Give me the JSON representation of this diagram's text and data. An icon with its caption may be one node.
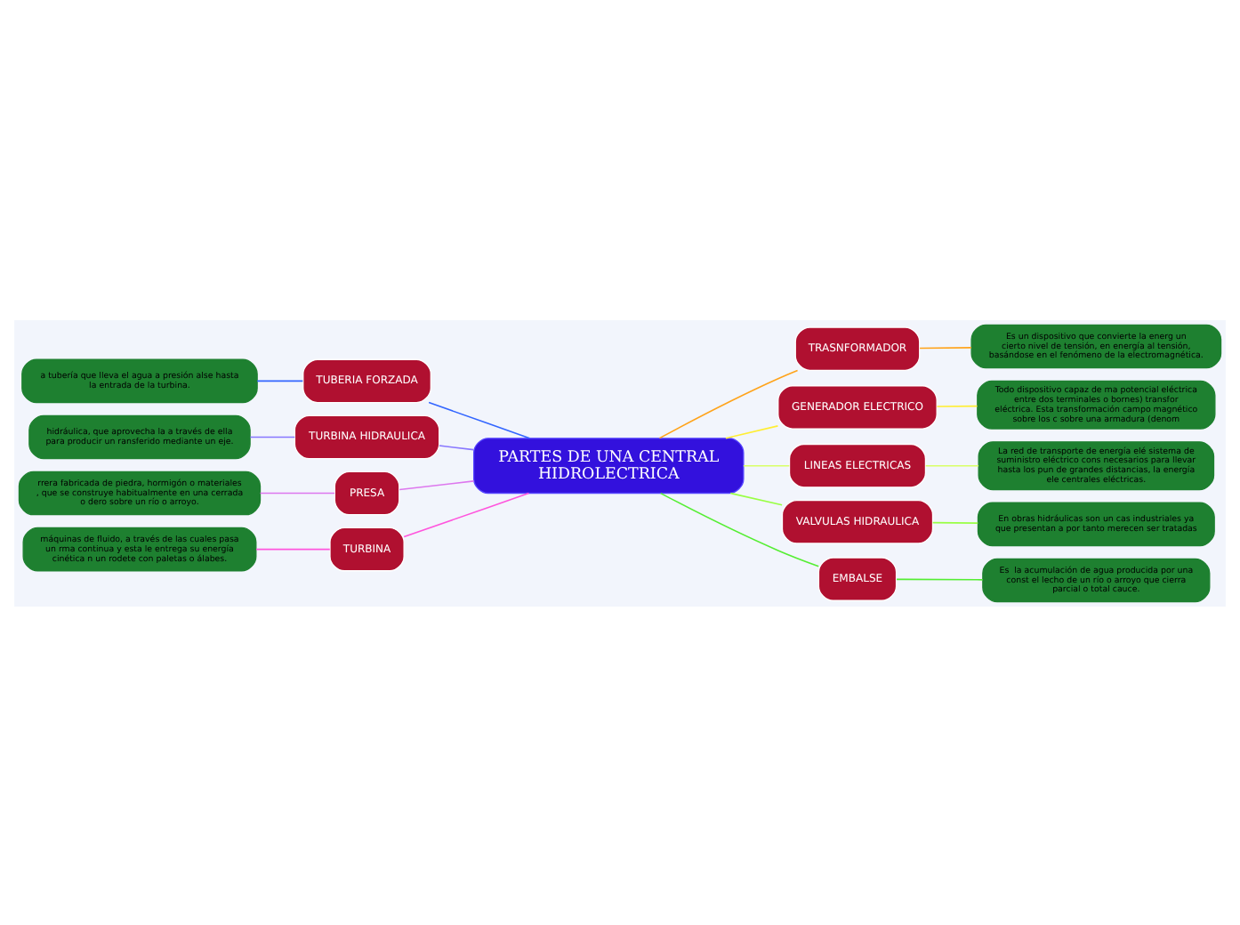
{
  "diagram": {
    "nodes": [
      {
        "text": [
          "PARTES DE UNA CENTRAL HIDROLECTRICA"
        ]
      },
      {
        "text": [
          "TRASNFORMADOR"
        ]
      },
      {
        "text": [
          "Es un dispositivo que convierte la energ un cierto nivel de tensión, en energía al tensión, basándose en el fenómeno de la electromagnética."
        ]
      },
      {
        "text": [
          "GENERADOR ELECTRICO"
        ]
      },
      {
        "text": [
          "Todo dispositivo capaz de ma potencial eléctrica entre dos terminales o bornes) transfor eléctrica. Esta transformación campo magnético sobre los c sobre una armadura (denom"
        ]
      },
      {
        "text": [
          "LINEAS ELECTRICAS"
        ]
      },
      {
        "text": [
          "La red de transporte de energía elé sistema de suministro eléctrico cons necesarios para llevar hasta los pun de grandes distancias, la energía ele centrales eléctricas."
        ]
      },
      {
        "text": [
          "VALVULAS HIDRAULICA"
        ]
      },
      {
        "text": [
          "En obras hidráulicas son un cas industriales ya que presentan a por tanto merecen ser tratadas"
        ]
      },
      {
        "text": [
          "EMBALSE"
        ]
      },
      {
        "text": [
          "Es  la acumulación de agua producida por una const el lecho de un río o arroyo que cierra parcial o total cauce."
        ]
      },
      {
        "text": [
          "TUBERIA FORZADA"
        ]
      },
      {
        "text": [
          "a tubería que lleva el agua a presión alse hasta la entrada de la turbina."
        ]
      },
      {
        "text": [
          "TURBINA HIDRAULICA"
        ]
      },
      {
        "text": [
          "hidráulica, que aprovecha la a través de ella para producir un ransferido mediante un eje."
        ]
      },
      {
        "text": [
          "PRESA"
        ]
      },
      {
        "text": [
          "rrera fabricada de piedra, hormigón o materiales , que se construye habitualmente en una cerrada o dero sobre un río o arroyo."
        ]
      },
      {
        "text": [
          "TURBINA"
        ]
      },
      {
        "text": [
          "máquinas de fluido, a través de las cuales pasa un rma continua y esta le entrega su energía cinética n un rodete con paletas o álabes."
        ]
      }
    ],
    "edges": [
      {
        "from": 0,
        "to": 1,
        "arrow": "none",
        "color": "#ffa31a"
      },
      {
        "from": 1,
        "to": 2,
        "arrow": "none",
        "color": "#ffa31a"
      },
      {
        "from": 0,
        "to": 3,
        "arrow": "none",
        "color": "#ffee33"
      },
      {
        "from": 3,
        "to": 4,
        "arrow": "none",
        "color": "#ffee33"
      },
      {
        "from": 0,
        "to": 5,
        "arrow": "none",
        "color": "#d9ff66"
      },
      {
        "from": 5,
        "to": 6,
        "arrow": "none",
        "color": "#d9ff66"
      },
      {
        "from": 0,
        "to": 7,
        "arrow": "none",
        "color": "#99ff44"
      },
      {
        "from": 7,
        "to": 8,
        "arrow": "none",
        "color": "#99ff44"
      },
      {
        "from": 0,
        "to": 9,
        "arrow": "none",
        "color": "#55ee33"
      },
      {
        "from": 9,
        "to": 10,
        "arrow": "none",
        "color": "#55ee33"
      },
      {
        "from": 0,
        "to": 11,
        "arrow": "none",
        "color": "#3366ff"
      },
      {
        "from": 11,
        "to": 12,
        "arrow": "none",
        "color": "#3366ff"
      },
      {
        "from": 0,
        "to": 13,
        "arrow": "none",
        "color": "#8877ff"
      },
      {
        "from": 13,
        "to": 14,
        "arrow": "none",
        "color": "#8877ff"
      },
      {
        "from": 0,
        "to": 15,
        "arrow": "none",
        "color": "#dd77ee"
      },
      {
        "from": 15,
        "to": 16,
        "arrow": "none",
        "color": "#dd77ee"
      },
      {
        "from": 0,
        "to": 17,
        "arrow": "none",
        "color": "#ff55dd"
      },
      {
        "from": 17,
        "to": 18,
        "arrow": "none",
        "color": "#ff55dd"
      }
    ]
  }
}
